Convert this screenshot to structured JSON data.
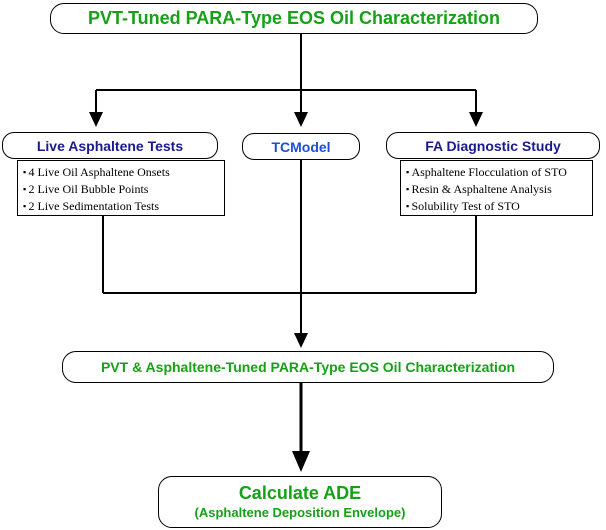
{
  "top": {
    "title": "PVT-Tuned PARA-Type EOS Oil Characterization"
  },
  "live_tests": {
    "title": "Live Asphaltene Tests",
    "items": [
      "4 Live Oil Asphaltene Onsets",
      "2 Live Oil Bubble Points",
      "2 Live Sedimentation Tests"
    ]
  },
  "tcmodel": {
    "title": "TCModel"
  },
  "fa_study": {
    "title": "FA Diagnostic Study",
    "items": [
      "Asphaltene Flocculation of STO",
      "Resin & Asphaltene Analysis",
      "Solubility Test of STO"
    ]
  },
  "tuned": {
    "title": "PVT & Asphaltene-Tuned PARA-Type EOS Oil Characterization"
  },
  "ade": {
    "title": "Calculate ADE",
    "subtitle": "(Asphaltene Deposition Envelope)"
  },
  "colors": {
    "green": "#16a116",
    "navy": "#1a1a8c",
    "blue": "#1d4fd8"
  }
}
